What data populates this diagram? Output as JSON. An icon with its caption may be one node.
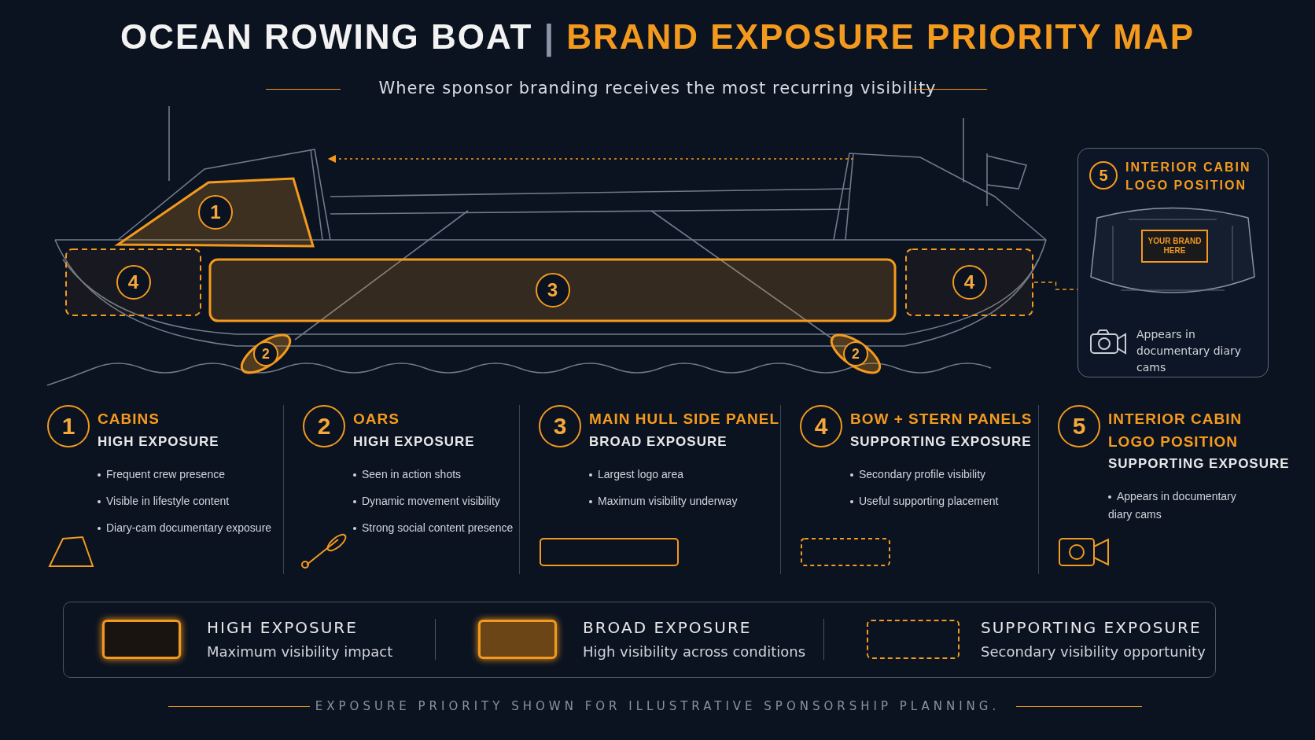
{
  "diagram": {
    "title": "OCEAN ROWING BOAT | BRAND EXPOSURE PRIORITY MAP",
    "caption": "EXPOSURE PRIORITY SHOWN FOR ILLUSTRATIVE SPONSORSHIP PLANNING.",
    "nodes": [
      {
        "text": [
          "1"
        ]
      },
      {
        "text": [
          "2"
        ]
      },
      {
        "text": [
          "3"
        ]
      },
      {
        "text": [
          "4"
        ]
      },
      {
        "text": [
          "4"
        ]
      },
      {
        "text": [
          "2"
        ]
      },
      {
        "text": [
          "5",
          "INTERIOR CABIN LOGO POSITION",
          "Appears in documentary diary cams"
        ]
      },
      {
        "text": [
          "YOUR BRAND HERE"
        ],
        "in": 6
      }
    ],
    "edges": [
      {
        "from": 4,
        "to": 6,
        "arrow": "none",
        "style": "dashed"
      }
    ],
    "labels": [
      "Where sponsor branding receives the most recurring visibility",
      "1",
      "CABINS",
      "HIGH EXPOSURE",
      "Frequent crew presence",
      "Visible in lifestyle content",
      "Diary-cam documentary exposure",
      "2",
      "OARS",
      "HIGH EXPOSURE",
      "Seen in action shots",
      "Dynamic movement visibility",
      "Strong social content presence",
      "3",
      "MAIN HULL SIDE PANEL",
      "BROAD EXPOSURE",
      "Largest logo area",
      "Maximum visibility underway",
      "4",
      "BOW + STERN PANELS",
      "SUPPORTING EXPOSURE",
      "Secondary profile visibility",
      "Useful supporting placement",
      "5",
      "INTERIOR CABIN LOGO POSITION",
      "SUPPORTING EXPOSURE",
      "Appears in documentary diary cams",
      "Maximum visibility impact",
      "High visibility across conditions",
      "Secondary visibility opportunity"
    ],
    "legend": [
      {
        "text": "HIGH EXPOSURE"
      },
      {
        "text": "BROAD EXPOSURE"
      },
      {
        "text": "SUPPORTING EXPOSURE"
      }
    ]
  }
}
